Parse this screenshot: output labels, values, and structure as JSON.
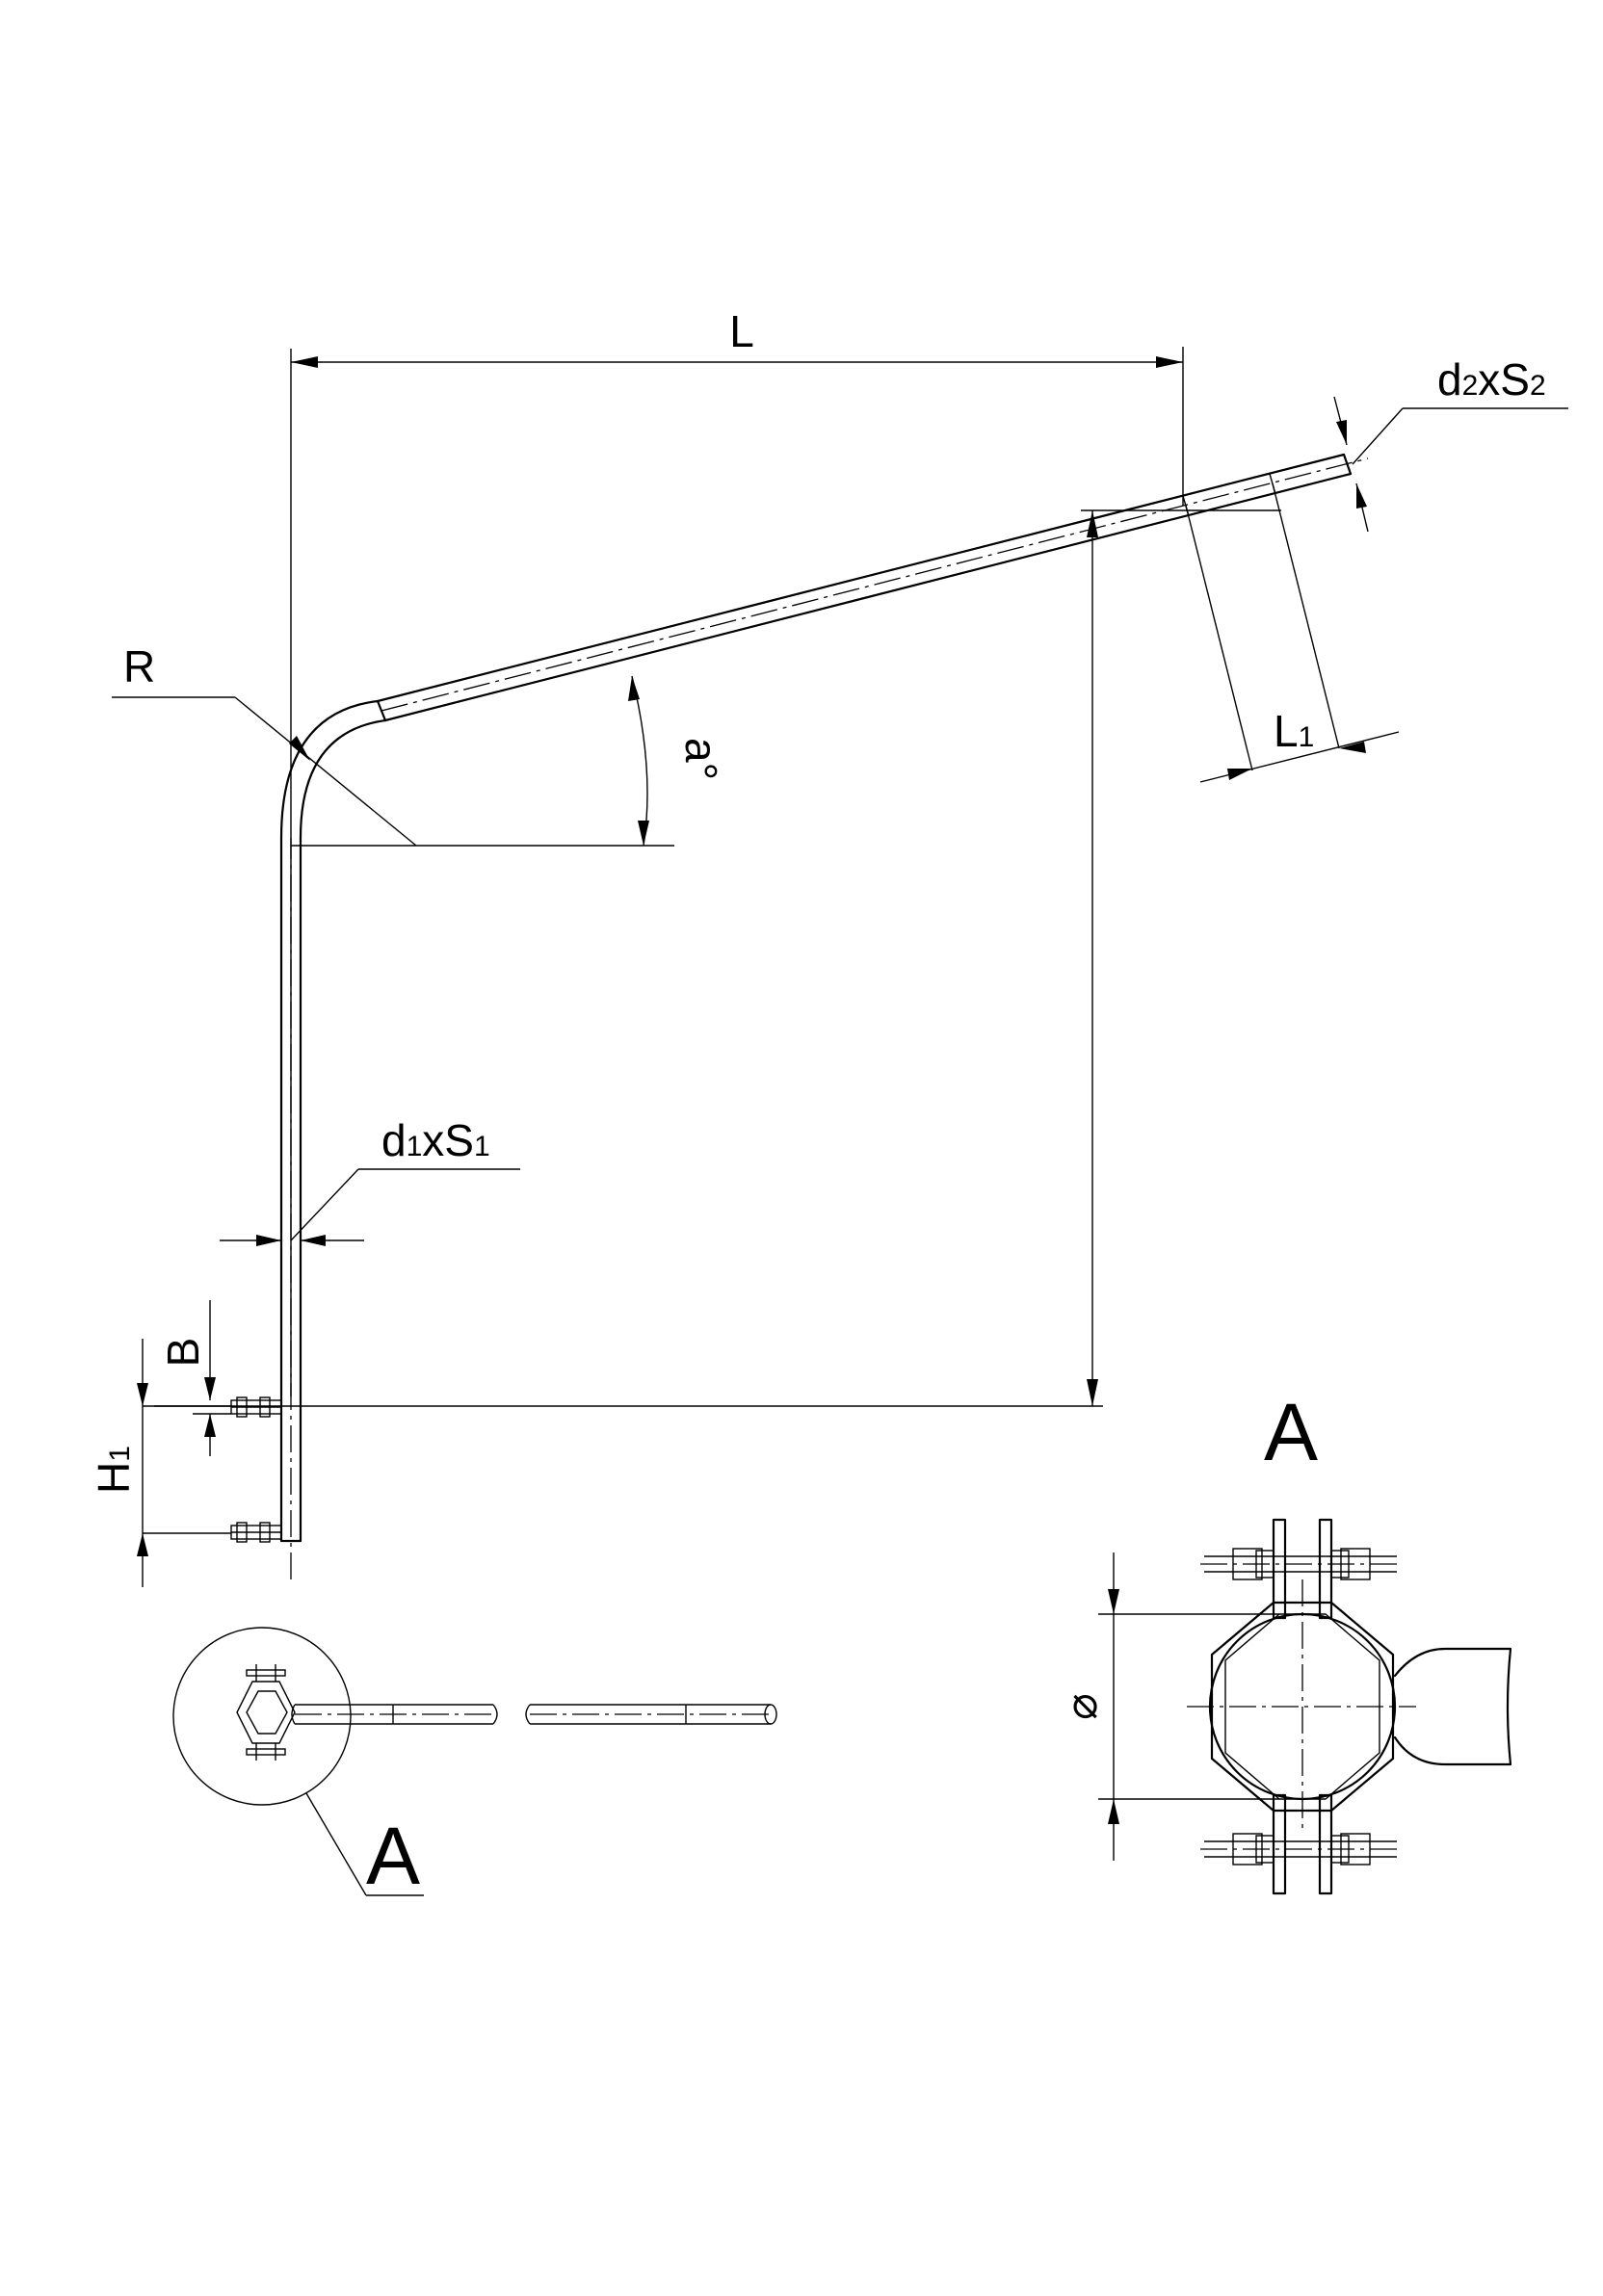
{
  "labels": {
    "length": "L",
    "end_diameter": {
      "main": "d",
      "sub1": "2",
      "mid": "xS",
      "sub2": "2"
    },
    "radius": "R",
    "angle": "a°",
    "end_length": {
      "main": "L",
      "sub": "1"
    },
    "pipe_diameter": {
      "main": "d",
      "sub1": "1",
      "mid": "xS",
      "sub2": "1"
    },
    "offset": "B",
    "clamp_height": {
      "main": "H",
      "sub": "1"
    },
    "detail_ref": "A",
    "detail_title": "A",
    "detail_diameter": "⌀"
  }
}
